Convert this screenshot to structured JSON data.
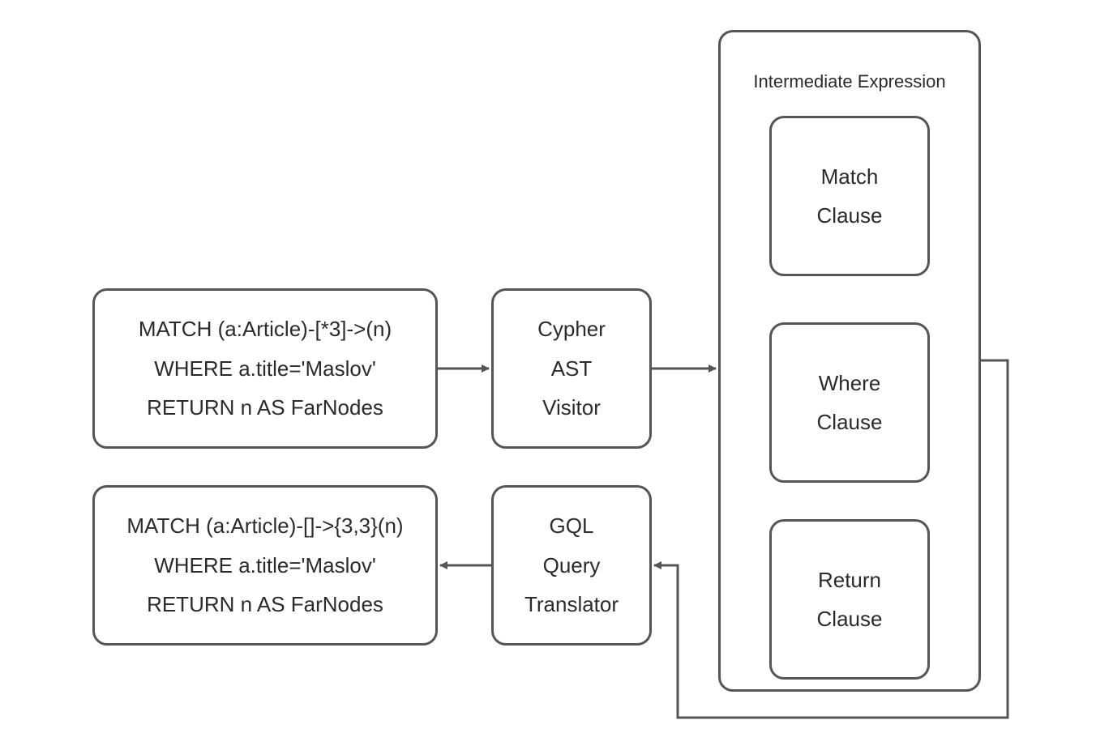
{
  "input_query": {
    "lines": [
      "MATCH (a:Article)-[*3]->(n)",
      "WHERE a.title='Maslov'",
      "RETURN n AS FarNodes"
    ]
  },
  "ast_visitor": {
    "lines": [
      "Cypher",
      "AST",
      "Visitor"
    ]
  },
  "intermediate_expression": {
    "title": "Intermediate Expression",
    "match_clause": [
      "Match",
      "Clause"
    ],
    "where_clause": [
      "Where",
      "Clause"
    ],
    "return_clause": [
      "Return",
      "Clause"
    ]
  },
  "query_translator": {
    "lines": [
      "GQL",
      "Query",
      "Translator"
    ]
  },
  "output_query": {
    "lines": [
      "MATCH (a:Article)-[]->{3,3}(n)",
      "WHERE a.title='Maslov'",
      "RETURN n AS FarNodes"
    ]
  },
  "colors": {
    "stroke": "#555555",
    "text": "#2b2b2b",
    "background": "#ffffff"
  }
}
